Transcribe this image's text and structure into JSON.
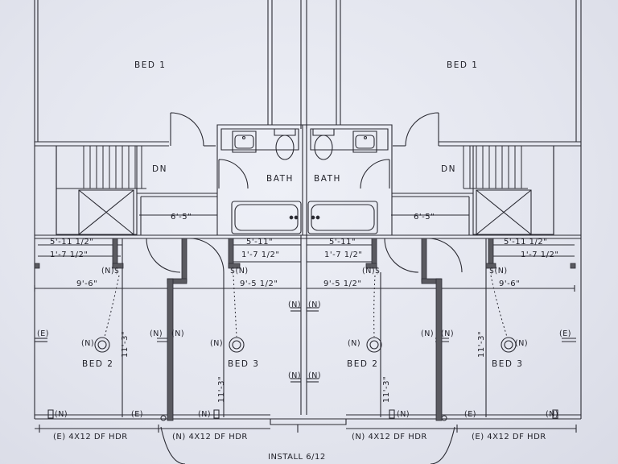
{
  "rooms": {
    "bed1_left": "BED 1",
    "bed1_right": "BED 1",
    "bath_left": "BATH",
    "bath_right": "BATH",
    "dn_left": "DN",
    "dn_right": "DN",
    "bed2_left": "BED 2",
    "bed3_left": "BED 3",
    "bed2_right": "BED 2",
    "bed3_right": "BED 3"
  },
  "dimensions": {
    "d_6_5_left": "6'-5\"",
    "d_6_5_right": "6'-5\"",
    "d_5_11_half_left": "5'-11 1/2\"",
    "d_5_11_half_right": "5'-11 1/2\"",
    "d_1_7_half_a": "1'-7 1/2\"",
    "d_1_7_half_b": "1'-7 1/2\"",
    "d_1_7_half_c": "1'-7 1/2\"",
    "d_1_7_half_d": "1'-7 1/2\"",
    "d_5_11_left": "5'-11\"",
    "d_5_11_right": "5'-11\"",
    "d_9_6_left": "9'-6\"",
    "d_9_6_right": "9'-6\"",
    "d_9_5_half_left": "9'-5 1/2\"",
    "d_9_5_half_right": "9'-5 1/2\"",
    "d_11_3_a": "11'-3\"",
    "d_11_3_b": "11'-3\"",
    "d_11_3_c": "11'-3\"",
    "d_11_3_d": "11'-3\""
  },
  "tags": {
    "e": "(E)",
    "n": "(N)",
    "n_switch": "(N)$",
    "switch_n": "$(N)"
  },
  "headers": {
    "h1": "(E) 4X12 DF HDR",
    "h2": "(N) 4X12 DF HDR",
    "h3": "(N) 4X12 DF HDR",
    "h4": "(E) 4X12 DF HDR"
  },
  "notes": {
    "install": "INSTALL 6/12"
  },
  "colors": {
    "line": "#2b2b33",
    "wall_fill": "#5a5a60",
    "paper": "#e6e8f0"
  }
}
